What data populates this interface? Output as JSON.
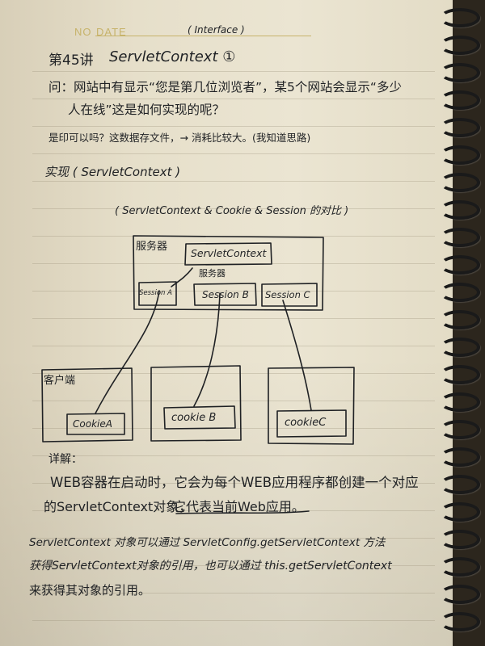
{
  "notebook": {
    "header_no": "NO",
    "header_date": "DATE"
  },
  "lecture": {
    "number": "第45讲",
    "title": "ServletContext ①",
    "title_annotation": "( Interface )"
  },
  "question": {
    "line1": "问：网站中有显示“您是第几位浏览者”，某5个网站会显示“多少",
    "line2": "人在线”这是如何实现的呢？"
  },
  "idea_line": "是印可以吗？这数据存文件，→ 消耗比较大。(我知道思路)",
  "implementation_heading": "实现 ( ServletContext )",
  "diagram": {
    "caption": "( ServletContext & Cookie & Session 的对比 )",
    "server_label": "服务器",
    "servlet_context_label": "ServletContext",
    "service_area_label": "服务器",
    "session_a_label": "Session A",
    "session_b_label": "Session B",
    "session_c_label": "Session C",
    "client_label": "客户端",
    "cookie_a_label": "CookieA",
    "cookie_b_label": "cookie B",
    "cookie_c_label": "cookieC"
  },
  "explanation": {
    "heading": "详解：",
    "line1": "WEB容器在启动时，它会为每个WEB应用程序都创建一个对应",
    "line2_main": "的ServletContext对象，",
    "line2_emph": "它代表当前Web应用。",
    "line3": "ServletContext 对象可以通过 ServletConfig.getServletContext 方法",
    "line4": "获得ServletContext对象的引用，也可以通过 this.getServletContext",
    "line5": "来获得其对象的引用。"
  },
  "colors": {
    "ink": "#1f2124",
    "header_gold": "#c7b36b",
    "paper": "#e8e1cc"
  }
}
